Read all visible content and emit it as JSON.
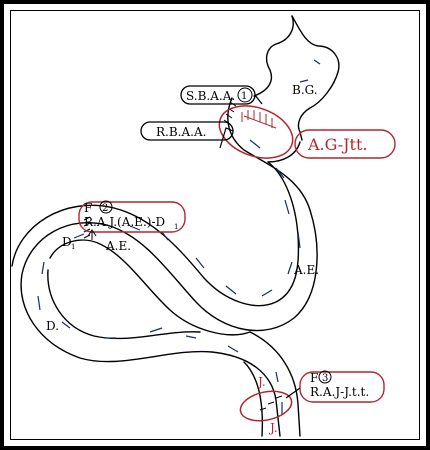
{
  "labels": {
    "bg": "B.G.",
    "sbaa_prefix": "S.B.A.A.",
    "sbaa_num": "1",
    "rbaa": "R.B.A.A.",
    "agjtt": "A.G-Jtt.",
    "f2_prefix": "F",
    "f2_num": "2",
    "raj_line": "R.A.J.(A.E.)-D",
    "raj_sub": "1",
    "d1": "D",
    "d1_sub": "1",
    "ae_upper": "A.E.",
    "ae_right": "A.E.",
    "d_label": "D.",
    "j_upper": "J.",
    "j_lower": "J.",
    "f3_prefix": "F",
    "f3_num": "3",
    "f3_line": "R.A.J-J.t.t."
  },
  "colors": {
    "ink": "#000000",
    "accent": "#b3262f"
  }
}
